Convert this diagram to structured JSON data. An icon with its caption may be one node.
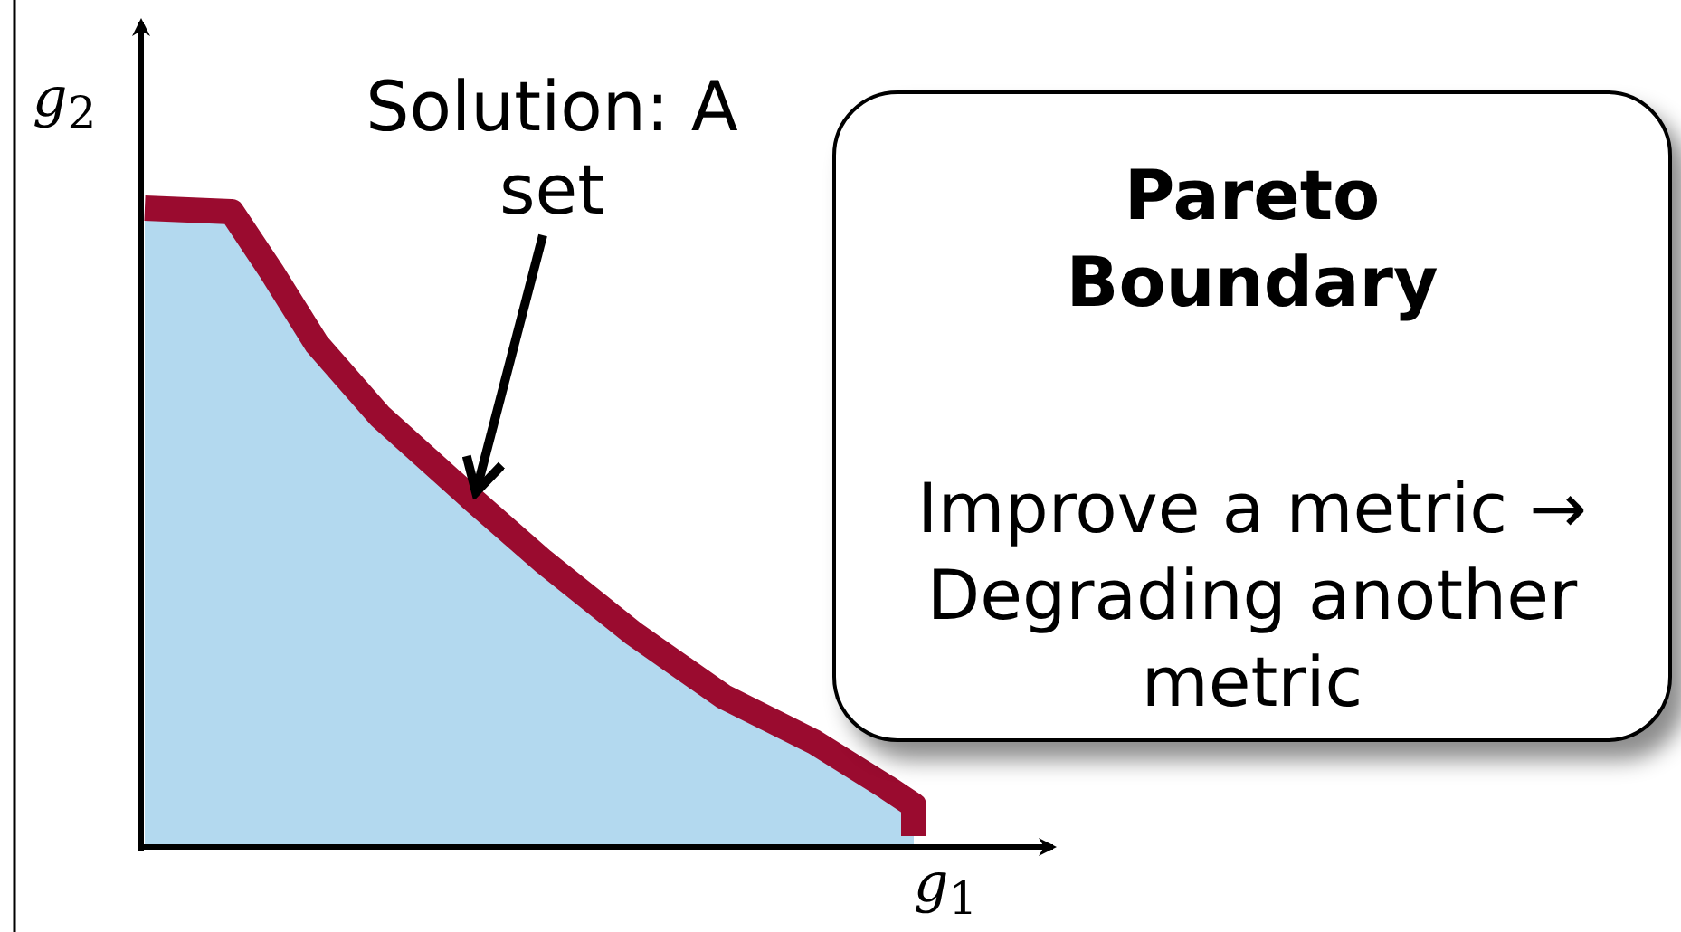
{
  "diagram": {
    "nodes": [
      {
        "text": [
          "Solution: A set"
        ]
      },
      {
        "text": [],
        "shape": "curve"
      },
      {
        "text": [
          "Pareto Boundary",
          "Improve a metric → Degrading another metric"
        ]
      }
    ],
    "edges": [
      {
        "from": 0,
        "to": 1,
        "arrow": "to"
      }
    ],
    "labels": [
      "*g*$_{2}$",
      "*g*$_{1}$"
    ]
  }
}
